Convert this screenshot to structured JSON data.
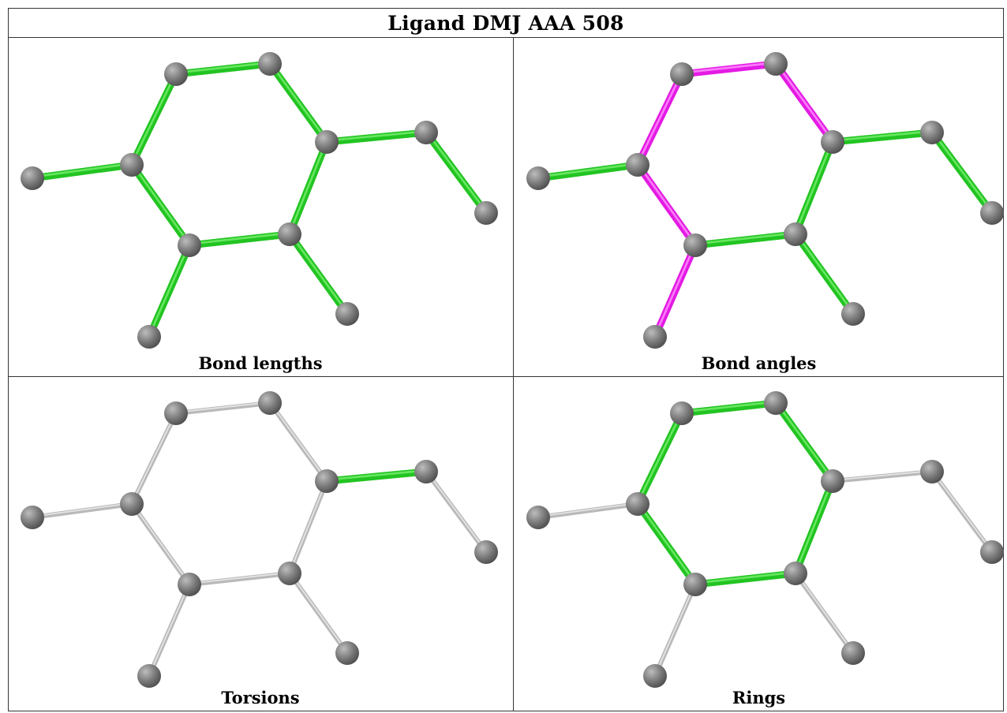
{
  "title": "Ligand DMJ AAA 508",
  "colors": {
    "highlight": "#22c422",
    "highlight_hi": "#72ec6a",
    "angle": "#e41ae4",
    "angle_hi": "#ff8cff",
    "neutral": "#b9b9b9",
    "neutral_hi": "#ececec",
    "atom": "#7a7a7a",
    "atom_hi": "#bdbdbd"
  },
  "molecule": {
    "bonds": [
      [
        "a1",
        "a2"
      ],
      [
        "a2",
        "a3"
      ],
      [
        "a3",
        "a4"
      ],
      [
        "a4",
        "a5"
      ],
      [
        "a5",
        "a6"
      ],
      [
        "a6",
        "a1"
      ],
      [
        "a6",
        "a7"
      ],
      [
        "a5",
        "a8"
      ],
      [
        "a4",
        "a9"
      ],
      [
        "a3",
        "a10"
      ],
      [
        "a10",
        "a11"
      ]
    ]
  },
  "panels": [
    {
      "id": "bond-lengths",
      "caption": "Bond lengths",
      "bond_styles": [
        "green",
        "green",
        "green",
        "green",
        "green",
        "green",
        "green",
        "green",
        "green",
        "green",
        "green"
      ]
    },
    {
      "id": "bond-angles",
      "caption": "Bond angles",
      "bond_styles": [
        "magenta",
        "magenta",
        "green",
        "green",
        "magenta",
        "magenta",
        "green",
        "magenta",
        "green",
        "green",
        "green"
      ]
    },
    {
      "id": "torsions",
      "caption": "Torsions",
      "bond_styles": [
        "gray",
        "gray",
        "gray",
        "gray",
        "gray",
        "gray",
        "gray",
        "gray",
        "gray",
        "green",
        "gray"
      ]
    },
    {
      "id": "rings",
      "caption": "Rings",
      "bond_styles": [
        "green",
        "green",
        "green",
        "green",
        "green",
        "green",
        "gray",
        "gray",
        "gray",
        "gray",
        "gray"
      ]
    }
  ]
}
